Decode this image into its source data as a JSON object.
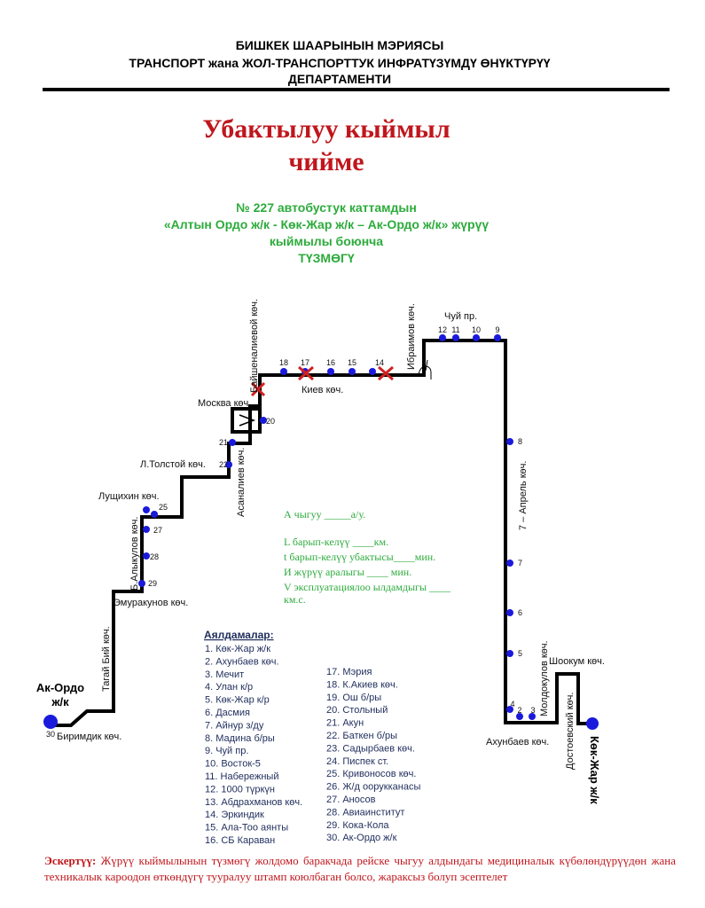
{
  "header": {
    "line1": "БИШКЕК ШААРЫНЫН МЭРИЯСЫ",
    "line2": "ТРАНСПОРТ жана ЖОЛ-ТРАНСПОРТТУК ИНФРАТҮЗҮМДҮ ӨНҮКТҮРҮҮ",
    "line3": "ДЕПАРТАМЕНТИ"
  },
  "title": {
    "line1": "Убактылуу кыймыл",
    "line2": "чийме"
  },
  "subtitle": {
    "line1": "№ 227  автобустук каттамдын",
    "line2": "«Алтын Ордо ж/к - Көк-Жар ж/к – Ак-Ордо ж/к» жүрүү",
    "line3": "кыймылы боюнча",
    "line4": "ТҮЗМӨГҮ"
  },
  "info": {
    "line1": "А чыгуу  _____а/у.",
    "line2": "L барып-келүү  ____км.",
    "line3": "t барып-келүү убактысы____мин.",
    "line4": "И жүрүү аралыгы ____      мин.",
    "line5": "V эксплуатациялоо ылдамдыгы ____",
    "line6": "км.с."
  },
  "streets": {
    "ak_ordo_1": "Ак-Ордо",
    "ak_ordo_2": "ж/к",
    "birimdik": "Биримдик көч.",
    "tagay_biy": "Тагай Бий көч.",
    "emurakunov": "Эмуракунов көч.",
    "b_alykulov": "Б.Алыкулов көч.",
    "lushchikhin": "Лущихин көч.",
    "l_tolstoy": "Л.Толстой көч.",
    "asanaliev": "Асаналиев көч.",
    "moskva": "Москва көч.",
    "baishenalieva": "Байшеналиевой көч.",
    "kiev": "Киев көч.",
    "ibraimov": "Ибраимов көч.",
    "chuy": "Чуй пр.",
    "april7": "7 – Апрель көч.",
    "akhunbaev": "Ахунбаев көч.",
    "moldokulov": "Молдокулов көч.",
    "shookum": "Шоокум көч.",
    "dostoevsky": "Достоевский көч.",
    "kok_jar": "Көк-Жар ж/к"
  },
  "stop_numbers": [
    "2",
    "3",
    "4",
    "5",
    "6",
    "7",
    "8",
    "9",
    "10",
    "11",
    "12",
    "14",
    "15",
    "16",
    "17",
    "18",
    "20",
    "21",
    "22",
    "25",
    "27",
    "28",
    "29",
    "30"
  ],
  "legend": {
    "title": "Аялдамалар:",
    "col1": [
      "1. Көк-Жар ж/к",
      "2. Ахунбаев көч.",
      "3. Мечит",
      "4. Улан к/р",
      "5. Көк-Жар к/р",
      "6. Дасмия",
      "7. Айнур з/ду",
      "8. Мадина б/ры",
      "9. Чуй пр.",
      "10. Восток-5",
      "11. Набережный",
      "12. 1000 түркүн",
      "13. Абдрахманов көч.",
      "14. Эркиндик",
      "15. Ала-Тоо аянты",
      "16. СБ Караван"
    ],
    "col2": [
      "17. Мэрия",
      "18. К.Акиев көч.",
      "19. Ош б/ры",
      "20. Стольный",
      "21. Акун",
      "22. Баткен б/ры",
      "23. Садырбаев көч.",
      "24. Писпек ст.",
      "25. Кривоносов көч.",
      "26. Ж/д оорукканасы",
      "27. Аносов",
      "28. Авиаинститут",
      "29. Кока-Кола",
      "30. Ак-Ордо ж/к"
    ]
  },
  "note": {
    "label": "Эскертүү:",
    "text": "Жүрүү кыймылынын түзмөгү жолдомо баракчада рейске чыгуу алдындагы медициналык күбөлөндүрүүдөн жана техникалык кароодон өткөндүгү тууралуу штамп коюлбаган болсо, жараксыз болуп эсептелет"
  },
  "colors": {
    "route": "#000000",
    "stop": "#1a1adc",
    "closed": "#d0201f",
    "title": "#c0161c",
    "subtitle": "#2dab3c",
    "legend": "#1f2d5c"
  }
}
